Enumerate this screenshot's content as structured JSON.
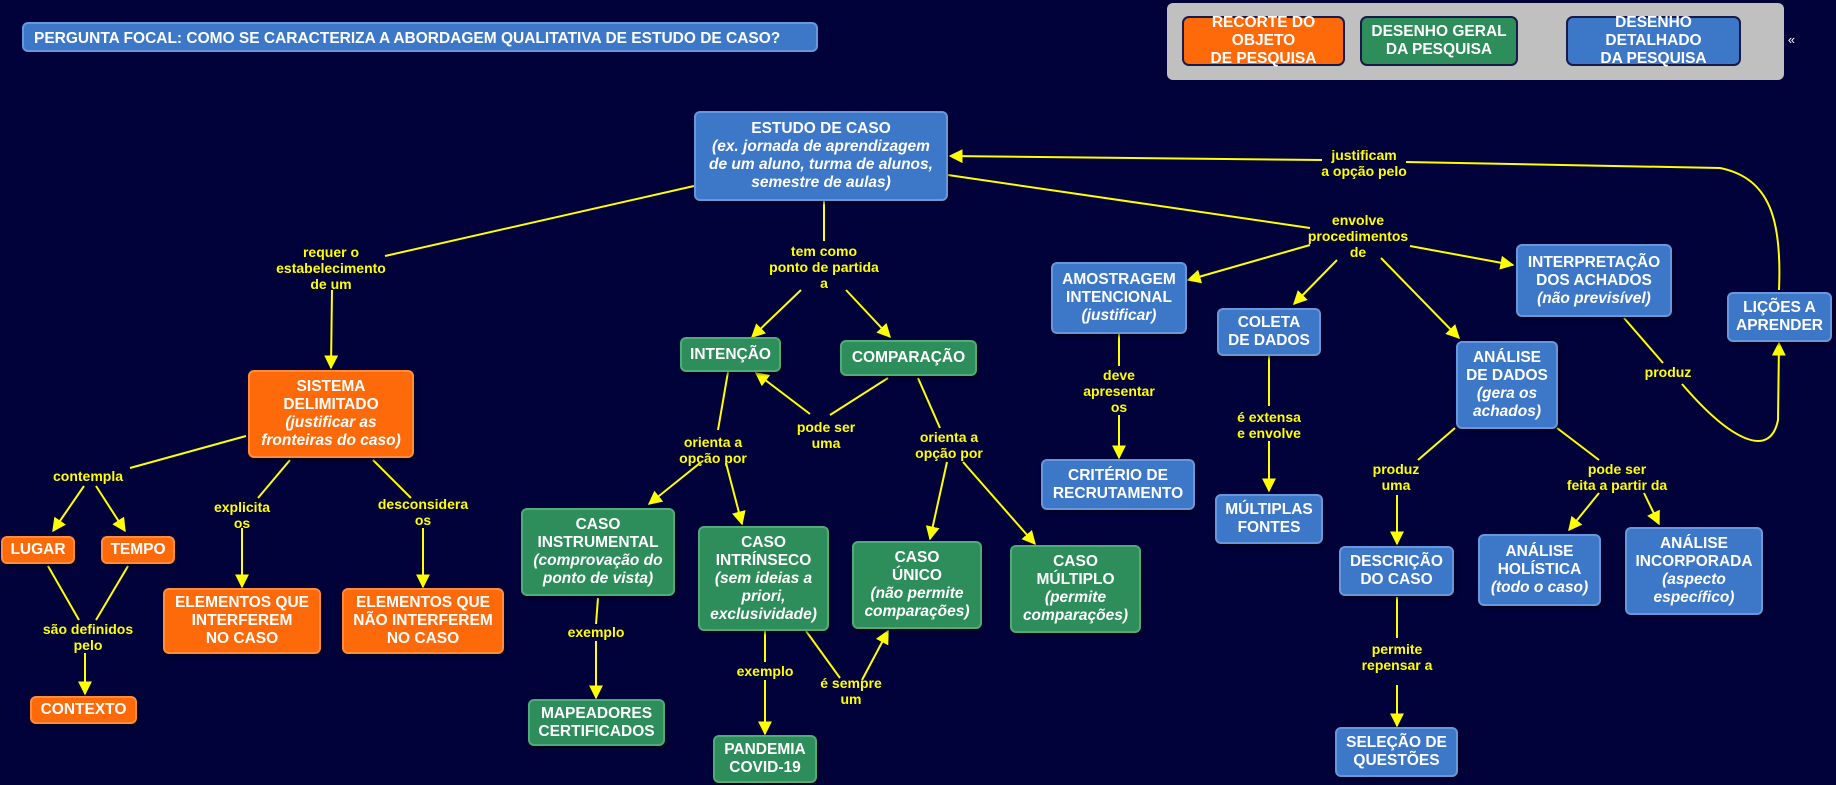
{
  "focal_question": "PERGUNTA FOCAL: COMO SE CARACTERIZA A ABORDAGEM QUALITATIVA DE ESTUDO DE CASO?",
  "legend": {
    "recorte": [
      "RECORTE DO OBJETO",
      "DE PESQUISA"
    ],
    "geral": [
      "DESENHO GERAL",
      "DA PESQUISA"
    ],
    "detalhado": [
      "DESENHO DETALHADO",
      "DA PESQUISA"
    ],
    "collapse_icon": "«"
  },
  "colors": {
    "background": "#02023b",
    "blue": "#3d77c8",
    "green": "#2e8e5b",
    "orange": "#fe6a0a",
    "link": "#ffff00"
  },
  "nodes": {
    "estudo": {
      "title": "ESTUDO DE CASO",
      "sub": [
        "(ex. jornada de aprendizagem",
        "de um aluno, turma de alunos,",
        "semestre de aulas)"
      ]
    },
    "sistema": {
      "title": [
        "SISTEMA",
        "DELIMITADO"
      ],
      "sub": [
        "(justificar as",
        "fronteiras do caso)"
      ]
    },
    "lugar": "LUGAR",
    "tempo": "TEMPO",
    "contexto": "CONTEXTO",
    "elem_interferem": [
      "ELEMENTOS QUE",
      "INTERFEREM",
      "NO CASO"
    ],
    "elem_nao": [
      "ELEMENTOS QUE",
      "NÃO INTERFEREM",
      "NO CASO"
    ],
    "intencao": "INTENÇÃO",
    "comparacao": "COMPARAÇÃO",
    "instrumental": {
      "title": [
        "CASO",
        "INSTRUMENTAL"
      ],
      "sub": [
        "(comprovação do",
        "ponto de vista)"
      ]
    },
    "intrinseco": {
      "title": [
        "CASO",
        "INTRÍNSECO"
      ],
      "sub": [
        "(sem ideias a",
        "priori,",
        "exclusividade)"
      ]
    },
    "unico": {
      "title": [
        "CASO",
        "ÚNICO"
      ],
      "sub": [
        "(não permite",
        "comparações)"
      ]
    },
    "multiplo": {
      "title": [
        "CASO",
        "MÚLTIPLO"
      ],
      "sub": [
        "(permite",
        "comparações)"
      ]
    },
    "mapeadores": [
      "MAPEADORES",
      "CERTIFICADOS"
    ],
    "pandemia": [
      "PANDEMIA",
      "COVID-19"
    ],
    "amostragem": {
      "title": [
        "AMOSTRAGEM",
        "INTENCIONAL"
      ],
      "sub": [
        "(justificar)"
      ]
    },
    "criterio": [
      "CRITÉRIO DE",
      "RECRUTAMENTO"
    ],
    "coleta": [
      "COLETA",
      "DE DADOS"
    ],
    "multiplas": [
      "MÚLTIPLAS",
      "FONTES"
    ],
    "analise": {
      "title": [
        "ANÁLISE",
        "DE DADOS"
      ],
      "sub": [
        "(gera os",
        "achados)"
      ]
    },
    "interpretacao": {
      "title": [
        "INTERPRETAÇÃO",
        "DOS ACHADOS"
      ],
      "sub": [
        "(não previsível)"
      ]
    },
    "licoes": [
      "LIÇÕES A",
      "APRENDER"
    ],
    "descricao": [
      "DESCRIÇÃO",
      "DO CASO"
    ],
    "selecao": [
      "SELEÇÃO DE",
      "QUESTÕES"
    ],
    "holistica": {
      "title": [
        "ANÁLISE",
        "HOLÍSTICA"
      ],
      "sub": [
        "(todo o caso)"
      ]
    },
    "incorporada": {
      "title": [
        "ANÁLISE",
        "INCORPORADA"
      ],
      "sub": [
        "(aspecto",
        "específico)"
      ]
    }
  },
  "links": {
    "requer": [
      "requer o",
      "estabelecimento",
      "de um"
    ],
    "tem_como": [
      "tem como",
      "ponto de partida",
      "a"
    ],
    "envolve": [
      "envolve",
      "procedimentos",
      "de"
    ],
    "justificam": [
      "justificam",
      "a opção pelo"
    ],
    "contempla": [
      "contempla"
    ],
    "sao_definidos": [
      "são definidos",
      "pelo"
    ],
    "explicita": [
      "explicita",
      "os"
    ],
    "desconsidera": [
      "desconsidera",
      "os"
    ],
    "pode_ser_uma": [
      "pode ser",
      "uma"
    ],
    "orienta_1": [
      "orienta a",
      "opção por"
    ],
    "orienta_2": [
      "orienta a",
      "opção por"
    ],
    "exemplo_1": [
      "exemplo"
    ],
    "exemplo_2": [
      "exemplo"
    ],
    "e_sempre": [
      "é sempre",
      "um"
    ],
    "deve_apresentar": [
      "deve",
      "apresentar",
      "os"
    ],
    "e_extensa": [
      "é extensa",
      "e envolve"
    ],
    "produz_uma": [
      "produz",
      "uma"
    ],
    "pode_ser_feita": [
      "pode ser",
      "feita a partir da"
    ],
    "permite": [
      "permite",
      "repensar a"
    ],
    "produz": [
      "produz"
    ]
  }
}
